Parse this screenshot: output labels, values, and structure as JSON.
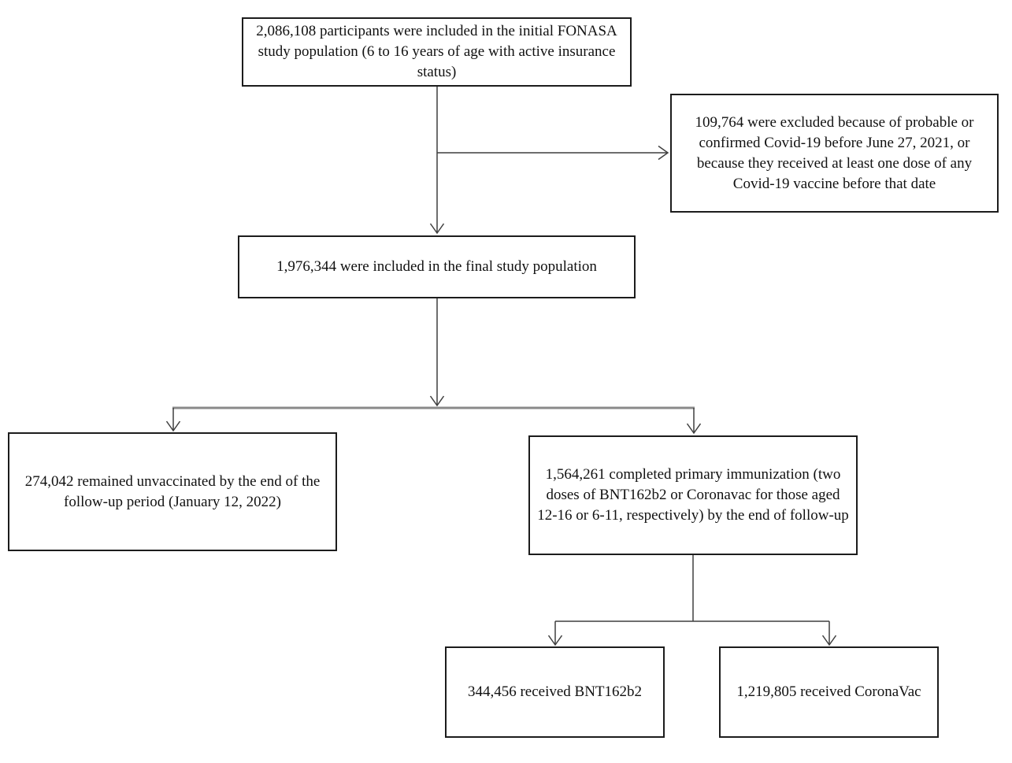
{
  "flowchart": {
    "type": "participant-flow-diagram",
    "nodes": {
      "initial": {
        "text": "2,086,108 participants were included in the initial FONASA study population (6 to 16 years of age with active insurance status)",
        "count": "2,086,108"
      },
      "excluded": {
        "text": "109,764 were excluded because of probable or confirmed Covid-19 before June 27, 2021, or because they received at least one dose of any Covid-19 vaccine before that date",
        "count": "109,764"
      },
      "final": {
        "text": "1,976,344 were included in the final study population",
        "count": "1,976,344"
      },
      "unvaccinated": {
        "text": "274,042 remained unvaccinated by the end of the follow-up period (January 12, 2022)",
        "count": "274,042"
      },
      "immunized": {
        "text": "1,564,261 completed primary immunization (two doses of BNT162b2 or Coronavac for those aged 12-16 or 6-11, respectively) by the end of follow-up",
        "count": "1,564,261"
      },
      "bnt162b2": {
        "text": "344,456 received BNT162b2",
        "count": "344,456"
      },
      "coronavac": {
        "text": "1,219,805 received CoronaVac",
        "count": "1,219,805"
      }
    },
    "edges": [
      {
        "from": "initial",
        "to": "final"
      },
      {
        "from": "initial",
        "to": "excluded"
      },
      {
        "from": "final",
        "to": "unvaccinated"
      },
      {
        "from": "final",
        "to": "immunized"
      },
      {
        "from": "immunized",
        "to": "bnt162b2"
      },
      {
        "from": "immunized",
        "to": "coronavac"
      }
    ],
    "colors": {
      "background": "#ffffff",
      "box_border": "#1c1c1c",
      "text": "#111111",
      "line": "#3f3f3f",
      "split_bar": "#8a8a8a"
    }
  }
}
